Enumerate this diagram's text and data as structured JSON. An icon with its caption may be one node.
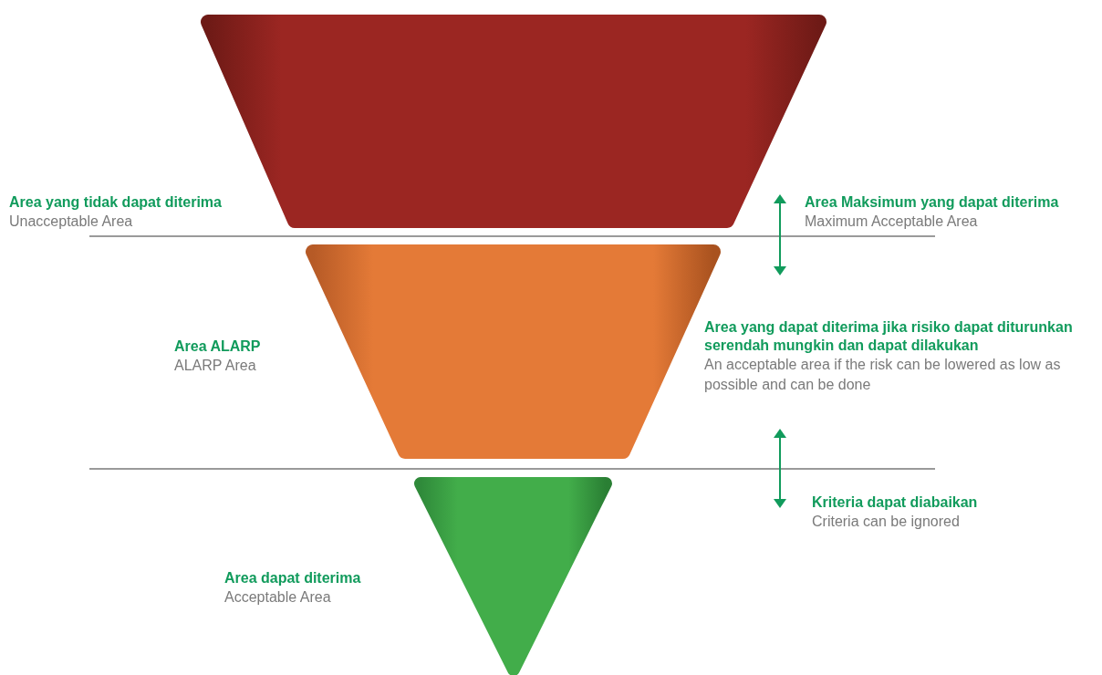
{
  "diagram": {
    "nodes": [
      {
        "text": [],
        "shape": "trapezoid"
      },
      {
        "text": [],
        "shape": "trapezoid"
      },
      {
        "text": [],
        "shape": "triangle"
      }
    ],
    "labels": [
      "Area yang tidak dapat diterima",
      "Unacceptable Area",
      "Area Maksimum yang dapat diterima",
      "Maximum Acceptable Area",
      "Area ALARP",
      "ALARP Area",
      "Area yang dapat diterima jika risiko dapat diturunkan serendah mungkin dan dapat dilakukan",
      "An acceptable area if the risk can be lowered as low as possible and can be done",
      "Kriteria dapat diabaikan",
      "Criteria can be ignored",
      "Area dapat diterima",
      "Acceptable Area"
    ]
  }
}
